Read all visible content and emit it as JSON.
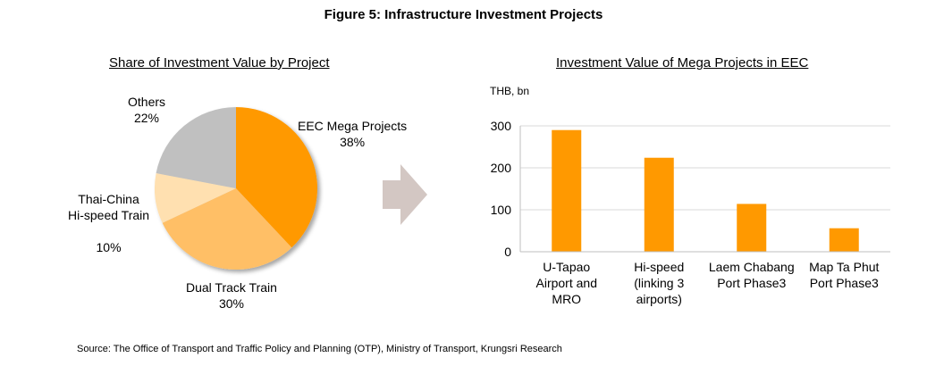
{
  "figure_title": "Figure 5: Infrastructure Investment Projects",
  "source": "Source: The Office of Transport and Traffic  Policy and Planning (OTP), Ministry of Transport, Krungsri Research",
  "colors": {
    "accent": "#FF9900",
    "arrow": "#D3C7C3",
    "axis": "#BFBFBF",
    "grid": "#D9D9D9"
  },
  "arrow_icon": "right-arrow-icon",
  "chart_data": [
    {
      "type": "pie",
      "title": "Share of Investment Value by Project",
      "slices": [
        {
          "label": "EEC Mega Projects",
          "pct_label": "38%",
          "value": 38,
          "color": "#FF9900"
        },
        {
          "label": "Dual Track Train",
          "pct_label": "30%",
          "value": 30,
          "color": "#FFBF66"
        },
        {
          "label": "Thai-China\nHi-speed Train",
          "pct_label": "10%",
          "value": 10,
          "color": "#FFE0B0"
        },
        {
          "label": "Others",
          "pct_label": "22%",
          "value": 22,
          "color": "#C0C0C0"
        }
      ]
    },
    {
      "type": "bar",
      "title": "Investment Value of Mega Projects in EEC",
      "unit_label": "THB, bn",
      "categories": [
        "U-Tapao\nAirport and\nMRO",
        "Hi-speed\n(linking 3\nairports)",
        "Laem Chabang\nPort Phase3",
        "Map Ta Phut\nPort Phase3"
      ],
      "values": [
        290,
        224,
        114,
        56
      ],
      "ylim": [
        0,
        300
      ],
      "yticks": [
        0,
        100,
        200,
        300
      ],
      "grid": true,
      "color": "#FF9900"
    }
  ]
}
